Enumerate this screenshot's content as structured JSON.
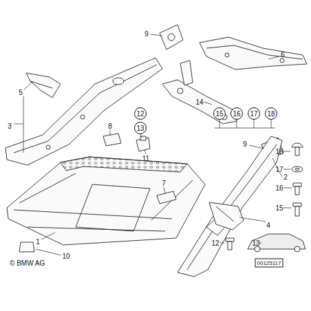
{
  "diagram": {
    "nodes": [
      {
        "text": [
          "12"
        ]
      },
      {
        "text": [
          "13"
        ]
      },
      {
        "text": [
          "15"
        ]
      },
      {
        "text": [
          "16"
        ]
      },
      {
        "text": [
          "17"
        ]
      },
      {
        "text": [
          "18"
        ]
      }
    ],
    "labels": [
      "9",
      "6",
      "5",
      "3",
      "8",
      "14",
      "9",
      "18",
      "11",
      "17",
      "2",
      "7",
      "16",
      "15",
      "4",
      "1",
      "12",
      "13",
      "10",
      "© BMW AG",
      "00125117"
    ]
  }
}
